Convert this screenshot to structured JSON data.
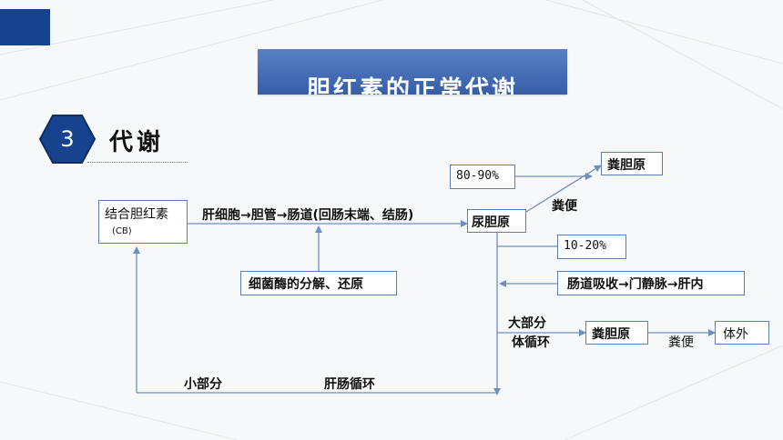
{
  "slide": {
    "title": "胆红素的正常代谢",
    "section_number": "3",
    "section_title": "代谢"
  },
  "diagram": {
    "conjugated_bilirubin": "结合胆红素",
    "conjugated_bilirubin_abbr": "(CB)",
    "pathway": "肝细胞→胆管→肠道(回肠末端、结肠)",
    "bacterial_action": "细菌酶的分解、还原",
    "urobilinogen": "尿胆原",
    "pct_80_90": "80-90%",
    "stercobilinogen_top": "粪胆原",
    "feces_top": "粪便",
    "pct_10_20": "10-20%",
    "portal_route": "肠道吸收→门静脉→肝内",
    "majority_line1": "大部分",
    "majority_line2": "体循环",
    "stercobilinogen_bottom": "粪胆原",
    "feces_bottom": "粪便",
    "excreted": "体外",
    "minority": "小部分",
    "enterohepatic": "肝肠循环"
  },
  "colors": {
    "accent_dark": "#16428e",
    "banner": "#4a70b8",
    "line": "#6f8fc4",
    "box_border": "#5a7db5"
  }
}
